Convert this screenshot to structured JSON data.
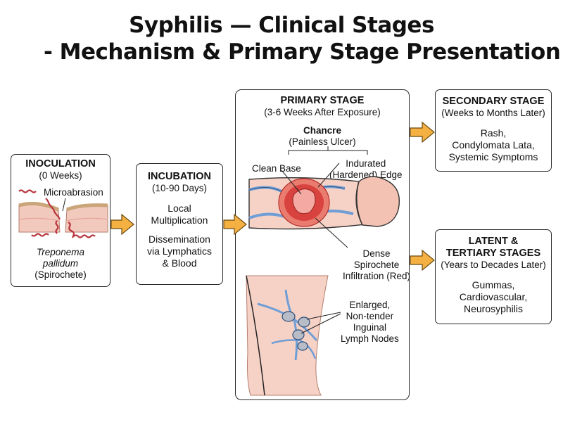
{
  "title_line1": "Syphilis — Clinical Stages",
  "title_line2": "- Mechanism & Primary Stage Presentation",
  "inoculation": {
    "title": "INOCULATION",
    "sub": "(0 Weeks)",
    "microabrasion": "Microabrasion",
    "organism_line1": "Treponema",
    "organism_line2": "pallidum",
    "organism_line3": "(Spirochete)"
  },
  "incubation": {
    "title": "INCUBATION",
    "sub": "(10-90 Days)",
    "text1_line1": "Local",
    "text1_line2": "Multiplication",
    "text2_line1": "Dissemination",
    "text2_line2": "via Lymphatics",
    "text2_line3": "& Blood"
  },
  "primary": {
    "title": "PRIMARY STAGE",
    "sub": "(3-6 Weeks After Exposure)",
    "chancre": "Chancre",
    "chancre_sub": "(Painless Ulcer)",
    "clean_base": "Clean Base",
    "indurated_line1": "Indurated",
    "indurated_line2": "(Hardened) Edge",
    "dense_line1": "Dense",
    "dense_line2": "Spirochete",
    "dense_line3": "Infiltration (Red)",
    "lymph_line1": "Enlarged,",
    "lymph_line2": "Non-tender",
    "lymph_line3": "Inguinal",
    "lymph_line4": "Lymph Nodes"
  },
  "secondary": {
    "title": "SECONDARY STAGE",
    "sub": "(Weeks to Months Later)",
    "text_line1": "Rash,",
    "text_line2": "Condylomata Lata,",
    "text_line3": "Systemic Symptoms"
  },
  "latent": {
    "title_line1": "LATENT &",
    "title_line2": "TERTIARY STAGES",
    "sub": "(Years to Decades Later)",
    "text_line1": "Gummas,",
    "text_line2": "Cardiovascular,",
    "text_line3": "Neurosyphilis"
  },
  "colors": {
    "arrow": "#f4b141",
    "arrow_stroke": "#6b4a10",
    "skin": "#f2c9bd",
    "lesion": "#d9433f",
    "vessel": "#6f9ed6"
  }
}
